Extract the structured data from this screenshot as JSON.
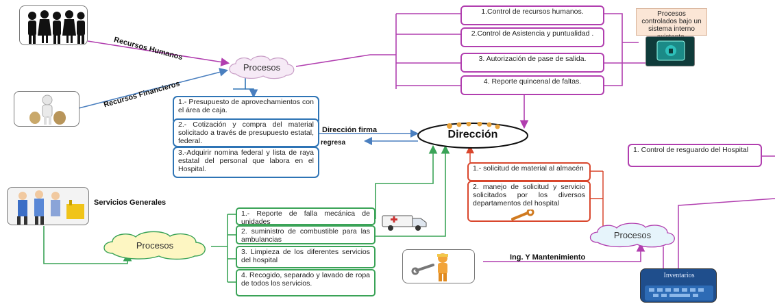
{
  "labels": {
    "rh": "Recursos Humanos",
    "rf": "Recursos Financieros",
    "direccion_firma": "Dirección firma",
    "regresa": "regresa",
    "servicios": "Servicios Generales",
    "ing": "Ing. Y Mantenimiento"
  },
  "clouds": {
    "top": "Procesos",
    "left": "Procesos",
    "right": "Procesos"
  },
  "direccion": "Dirección",
  "rh_items": [
    "1.Control de recursos humanos.",
    "2.Control de Asistencia y puntualidad .",
    "3. Autorización de pase de salida.",
    "4. Reporte quincenal de faltas."
  ],
  "note_rh": "Procesos controlados bajo un sistema interno existente.",
  "rf_items": [
    "1.- Presupuesto de aprovechamientos con el área de caja.",
    "2.- Cotización y compra del material solicitado a través de presupuesto estatal, federal.",
    "3.-Adquirir nomina federal y lista de raya estatal del personal que labora en el Hospital."
  ],
  "sg_items": [
    "1.- Reporte de falla mecánica de unidades",
    "2. suministro de combustible para las ambulancias",
    "3. Limpieza de los diferentes servicios del hospital",
    "4. Recogido, separado y lavado de ropa de todos los servicios."
  ],
  "ing_items": [
    "1.- solicitud de material al almacén",
    "2. manejo de solicitud y servicio solicitados por los diversos departamentos del hospital"
  ],
  "hospital_box": "1. Control de resguardo del Hospital",
  "inventarios": "Inventarios",
  "colors": {
    "blue": "#2e74b5",
    "purple": "#b13eaf",
    "red": "#d9462c",
    "green": "#3aa357"
  }
}
